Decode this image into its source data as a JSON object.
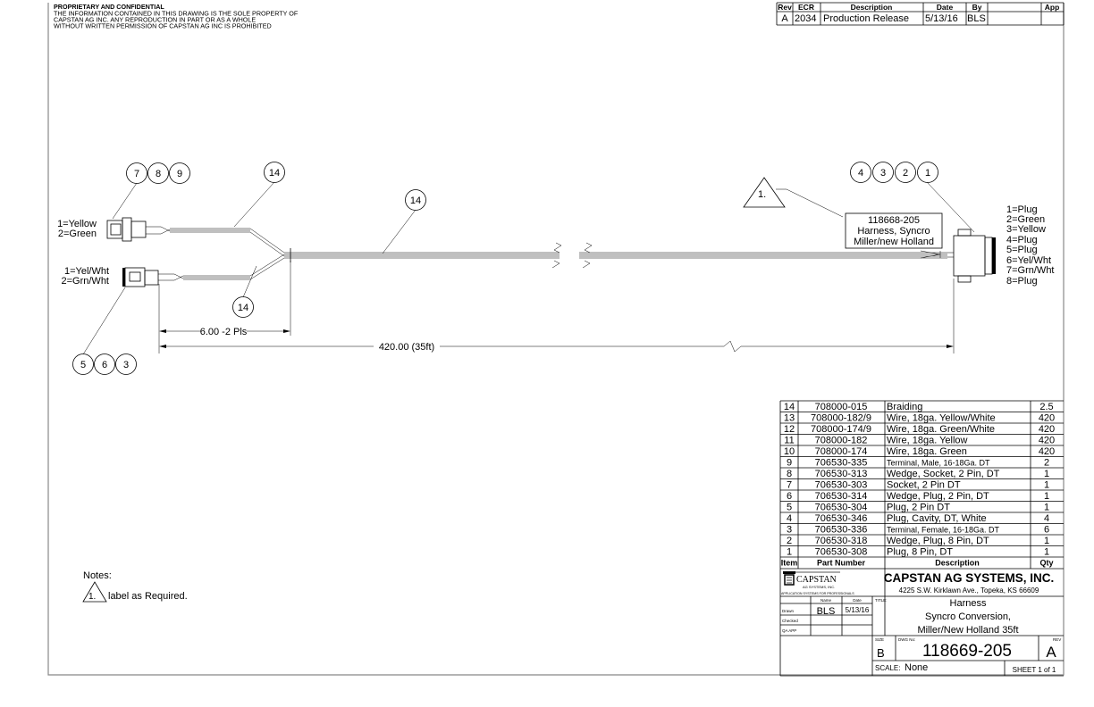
{
  "confidential": {
    "title": "PROPRIETARY AND CONFIDENTIAL",
    "lines": [
      "THE INFORMATION CONTAINED IN THIS DRAWING IS THE SOLE PROPERTY OF",
      "CAPSTAN AG INC. ANY REPRODUCTION IN PART OR AS A WHOLE",
      "WITHOUT WRITTEN PERMISSION OF CAPSTAN AG INC IS PROHIBITED"
    ]
  },
  "revision_table": {
    "headers": {
      "rev": "Rev",
      "ecr": "ECR",
      "description": "Description",
      "date": "Date",
      "by": "By",
      "app": "App"
    },
    "rows": [
      {
        "rev": "A",
        "ecr": "2034",
        "description": "Production Release",
        "date": "5/13/16",
        "by": "BLS",
        "app": ""
      }
    ]
  },
  "drawing": {
    "balloons_top_left": [
      "7",
      "8",
      "9"
    ],
    "balloons_bottom_left": [
      "5",
      "6",
      "3"
    ],
    "balloons_right": [
      "4",
      "3",
      "2",
      "1"
    ],
    "braiding_balloon": "14",
    "note_flag": "1.",
    "connector_top_pins": [
      "1=Yellow",
      "2=Green"
    ],
    "connector_bottom_pins": [
      "1=Yel/Wht",
      "2=Grn/Wht"
    ],
    "connector_right_pins": [
      "1=Plug",
      "2=Green",
      "3=Yellow",
      "4=Plug",
      "5=Plug",
      "6=Yel/Wht",
      "7=Grn/Wht",
      "8=Plug"
    ],
    "label_box": [
      "118668-205",
      "Harness, Syncro",
      "Miller/new Holland"
    ],
    "dim_breakout": "6.00 -2 Pls",
    "dim_overall": "420.00 (35ft)"
  },
  "notes": {
    "title": "Notes:",
    "items": [
      {
        "flag": "1.",
        "text": "label as Required."
      }
    ]
  },
  "bom": {
    "headers": {
      "item": "Item",
      "part": "Part Number",
      "description": "Description",
      "qty": "Qty"
    },
    "rows": [
      {
        "item": "14",
        "part": "708000-015",
        "description": "Braiding",
        "qty": "2.5"
      },
      {
        "item": "13",
        "part": "708000-182/9",
        "description": "Wire, 18ga. Yellow/White",
        "qty": "420"
      },
      {
        "item": "12",
        "part": "708000-174/9",
        "description": "Wire, 18ga. Green/White",
        "qty": "420"
      },
      {
        "item": "11",
        "part": "708000-182",
        "description": "Wire, 18ga. Yellow",
        "qty": "420"
      },
      {
        "item": "10",
        "part": "708000-174",
        "description": "Wire, 18ga. Green",
        "qty": "420"
      },
      {
        "item": "9",
        "part": "706530-335",
        "description": "Terminal, Male, 16-18Ga. DT",
        "qty": "2"
      },
      {
        "item": "8",
        "part": "706530-313",
        "description": "Wedge, Socket, 2 Pin, DT",
        "qty": "1"
      },
      {
        "item": "7",
        "part": "706530-303",
        "description": "Socket, 2 Pin DT",
        "qty": "1"
      },
      {
        "item": "6",
        "part": "706530-314",
        "description": "Wedge, Plug, 2 Pin, DT",
        "qty": "1"
      },
      {
        "item": "5",
        "part": "706530-304",
        "description": "Plug, 2 Pin DT",
        "qty": "1"
      },
      {
        "item": "4",
        "part": "706530-346",
        "description": "Plug, Cavity, DT, White",
        "qty": "4"
      },
      {
        "item": "3",
        "part": "706530-336",
        "description": "Terminal, Female, 16-18Ga. DT",
        "qty": "6"
      },
      {
        "item": "2",
        "part": "706530-318",
        "description": "Wedge, Plug, 8 Pin, DT",
        "qty": "1"
      },
      {
        "item": "1",
        "part": "706530-308",
        "description": "Plug, 8 Pin, DT",
        "qty": "1"
      }
    ]
  },
  "title_block": {
    "logo_name": "CAPSTAN",
    "logo_sub": "AG SYSTEMS, INC.",
    "logo_tagline": "APPLICATION SYSTEMS FOR PROFESSIONALS",
    "company": "CAPSTAN AG SYSTEMS, INC.",
    "address": "4225 S.W. Kirklawn Ave., Topeka, KS 66609",
    "name_label": "Name",
    "date_label": "Date",
    "drawn_label": "Drawn",
    "drawn_name": "BLS",
    "drawn_date": "5/13/16",
    "checked_label": "Checked",
    "qa_label": "QA APP",
    "title_label": "TITLE:",
    "title_lines": [
      "Harness",
      "Syncro Conversion,",
      "Miller/New Holland 35ft"
    ],
    "size_label": "SIZE",
    "size": "B",
    "dwg_label": "DWG No:",
    "dwg_no": "118669-205",
    "rev_label": "REV",
    "rev": "A",
    "scale_label": "SCALE:",
    "scale": "None",
    "sheet": "SHEET 1 of 1"
  }
}
